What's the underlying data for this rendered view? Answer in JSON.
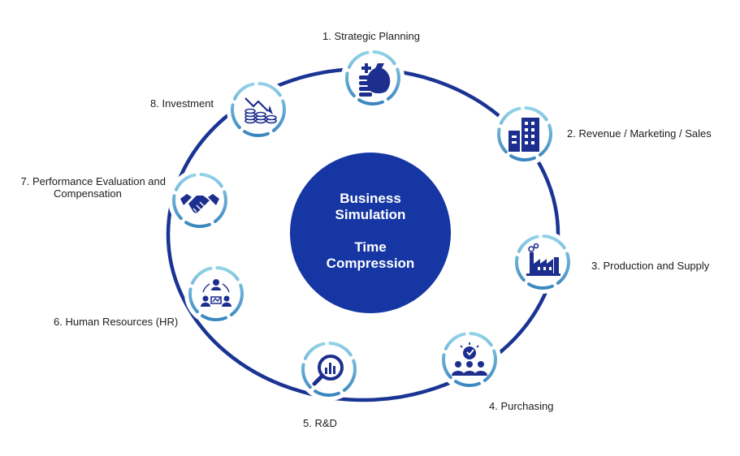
{
  "center": {
    "line1": "Business",
    "line2": "Simulation",
    "line3": "Time",
    "line4": "Compression"
  },
  "nodes": [
    {
      "label": "1. Strategic Planning",
      "icon": "money-bag-icon"
    },
    {
      "label": "2. Revenue / Marketing / Sales",
      "icon": "office-building-icon"
    },
    {
      "label": "3. Production and Supply",
      "icon": "factory-icon"
    },
    {
      "label": "4. Purchasing",
      "icon": "team-idea-icon"
    },
    {
      "label": "5. R&D",
      "icon": "magnifier-chart-icon"
    },
    {
      "label": "6. Human Resources (HR)",
      "icon": "org-network-icon"
    },
    {
      "label_line1": "7. Performance Evaluation and",
      "label_line2": "Compensation",
      "icon": "handshake-icon"
    },
    {
      "label": "8. Investment",
      "icon": "coins-decline-icon"
    }
  ],
  "colors": {
    "ring": "#1a3494",
    "center_fill": "#1637a3",
    "icon": "#1c2f8f",
    "dash_light": "#8ecfe6",
    "dash_dark": "#3e8ec2"
  }
}
